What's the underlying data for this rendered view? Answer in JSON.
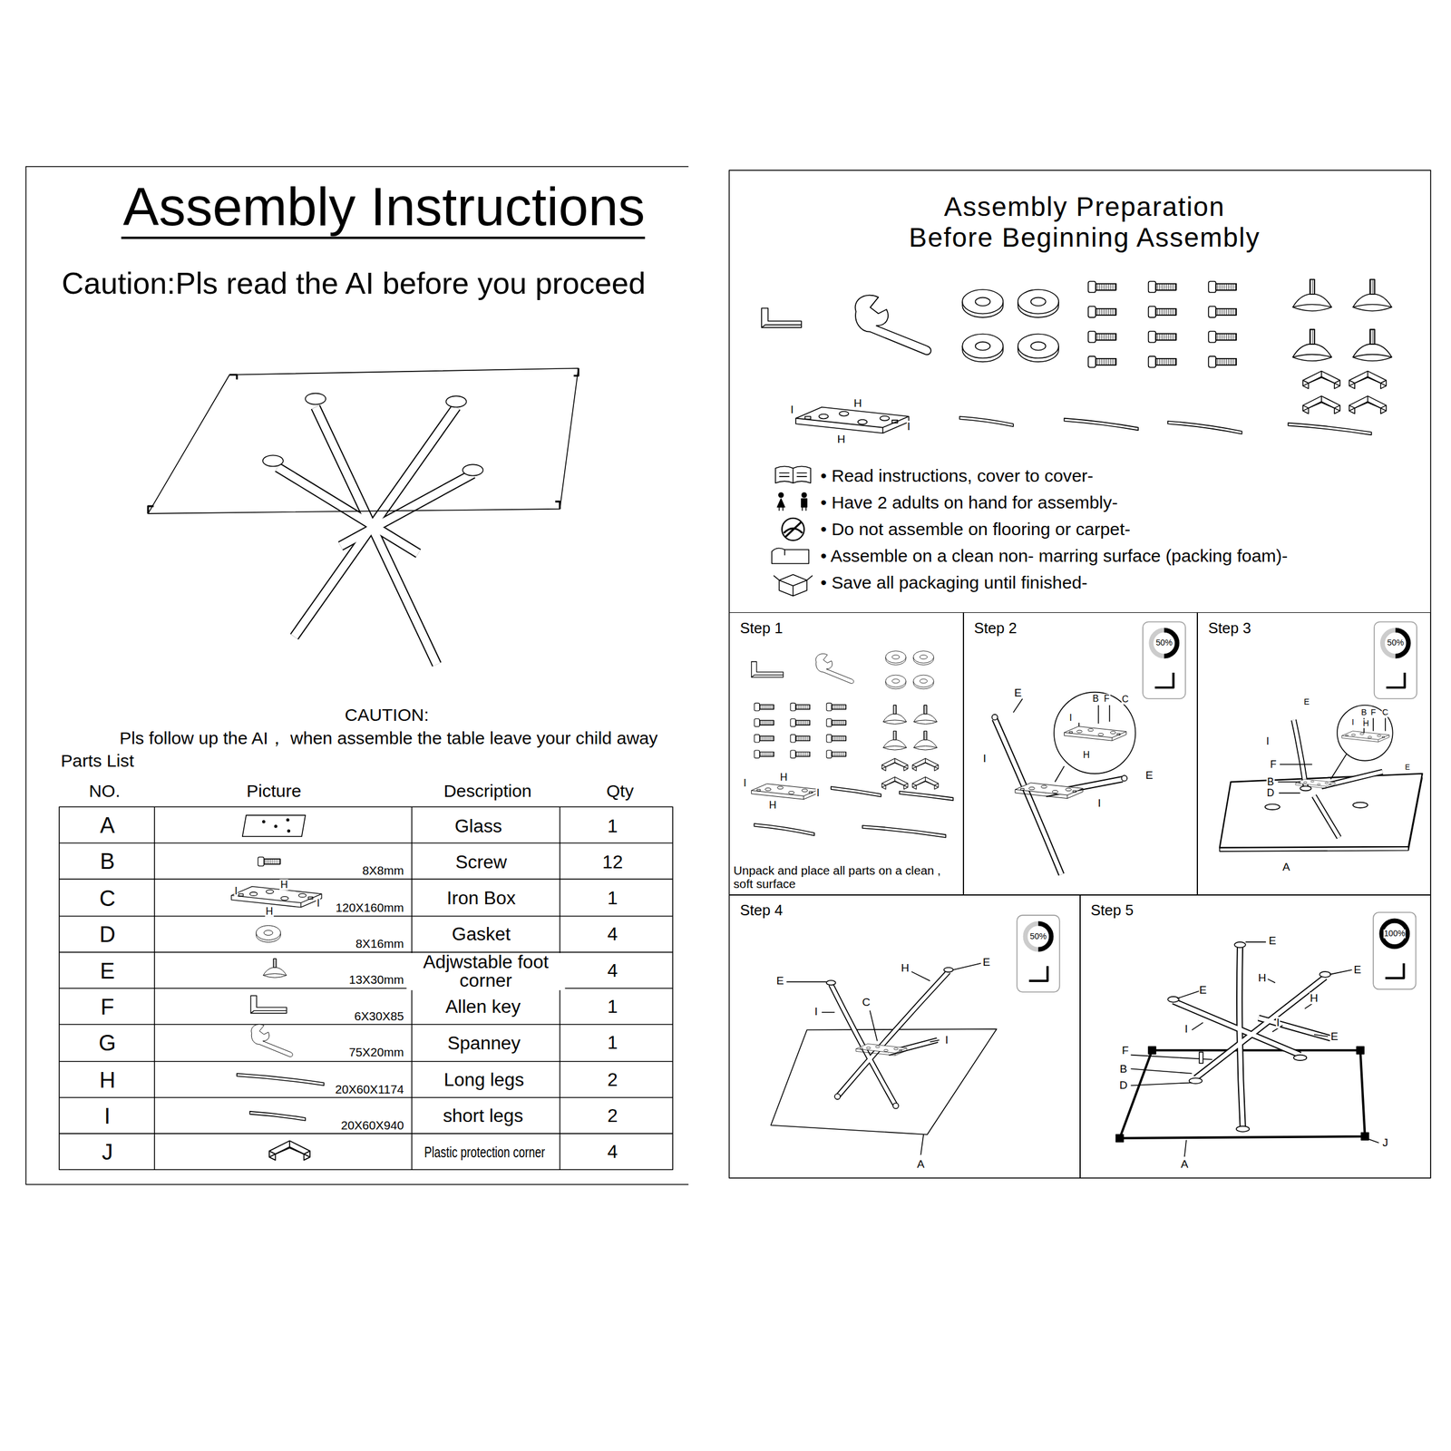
{
  "diagram": {
    "title": "Assembly Instructions",
    "nodes": [
      {
        "text": [
          "Step 1",
          "Unpack and place all parts on a clean , soft surface"
        ]
      },
      {
        "text": [
          "Step 2"
        ]
      },
      {
        "text": [
          "Step 3"
        ]
      },
      {
        "text": [
          "Step 4"
        ]
      },
      {
        "text": [
          "Step 5"
        ]
      }
    ],
    "labels": [
      "Caution:Pls  read the AI  before you proceed",
      "CAUTION:",
      "Pls follow up the AI， when assemble the table leave your child away",
      "Parts List",
      "NO.",
      "Picture",
      "Description",
      "Qty",
      "A",
      "Glass",
      "1",
      "B",
      "8X8mm",
      "Screw",
      "12",
      "C",
      "H",
      "I",
      "I",
      "H",
      "120X160mm",
      "Iron Box",
      "1",
      "D",
      "8X16mm",
      "Gasket",
      "4",
      "E",
      "13X30mm",
      "Adjwstable foot corner",
      "4",
      "F",
      "6X30X85",
      "Allen key",
      "1",
      "G",
      "75X20mm",
      "Spanney",
      "1",
      "H",
      "20X60X1174",
      "Long legs",
      "2",
      "I",
      "20X60X940",
      "short legs",
      "2",
      "J",
      "Plastic protection corner",
      "4",
      "Assembly Preparation Before Beginning Assembly",
      "• Read instructions, cover to cover-",
      "• Have 2 adults on hand for assembly-",
      "• Do not assemble on flooring or carpet-",
      "• Assemble on a clean non- marring surface (packing foam)-",
      "• Save all packaging until finished-",
      "I",
      "H",
      "I",
      "H",
      "H",
      "I",
      "I",
      "H",
      "50%",
      "E",
      "B",
      "F",
      "C",
      "I",
      "H",
      "I",
      "E",
      "I",
      "50%",
      "E",
      "B",
      "F",
      "C",
      "I",
      "H",
      "I",
      "F",
      "E",
      "B",
      "D",
      "A",
      "50%",
      "E",
      "H",
      "E",
      "I",
      "C",
      "I",
      "A",
      "100%",
      "E",
      "H",
      "E",
      "E",
      "H",
      "I",
      "I",
      "E",
      "F",
      "B",
      "D",
      "A",
      "J"
    ]
  }
}
